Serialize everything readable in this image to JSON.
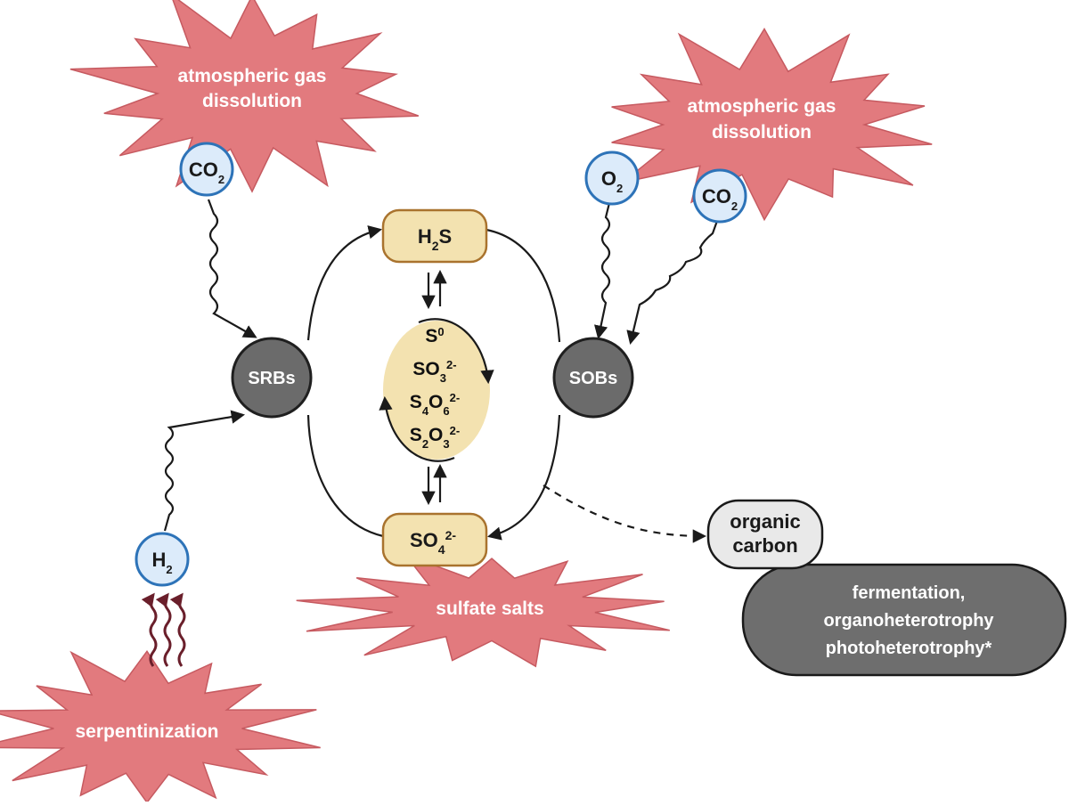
{
  "colors": {
    "burst_fill": "#e27a7e",
    "burst_stroke": "#c65a60",
    "molecule_fill": "#dcebfa",
    "molecule_stroke": "#2d73b8",
    "bacteria_fill": "#6b6b6b",
    "bacteria_stroke": "#1f1f1f",
    "sulfur_fill": "#f3e2b0",
    "sulfur_stroke": "#a9732e",
    "organic_fill": "#e9e9e9",
    "process_fill": "#6e6e6e",
    "serpentinization_wave": "#6a1f2b"
  },
  "bursts": {
    "atm_left": [
      "atmospheric gas",
      "dissolution"
    ],
    "atm_right": [
      "atmospheric gas",
      "dissolution"
    ],
    "sulfate": "sulfate salts",
    "serpentinization": "serpentinization"
  },
  "molecules": {
    "co2_left": {
      "base": "CO",
      "sub": "2"
    },
    "o2": {
      "base": "O",
      "sub": "2"
    },
    "co2_right": {
      "base": "CO",
      "sub": "2"
    },
    "h2": {
      "base": "H",
      "sub": "2"
    }
  },
  "bacteria": {
    "srb": "SRBs",
    "sob": "SOBs"
  },
  "sulfur_species": {
    "h2s": {
      "a": "H",
      "a_sub": "2",
      "b": "S"
    },
    "so4": {
      "a": "SO",
      "a_sub": "4",
      "sup": "2-"
    },
    "intermediates": {
      "s0": {
        "a": "S",
        "sup": "0"
      },
      "so3": {
        "a": "SO",
        "a_sub": "3",
        "sup": "2-"
      },
      "s4o6": {
        "a": "S",
        "a_sub": "4",
        "b": "O",
        "b_sub": "6",
        "sup": "2-"
      },
      "s2o3": {
        "a": "S",
        "a_sub": "2",
        "b": "O",
        "b_sub": "3",
        "sup": "2-"
      }
    }
  },
  "organic": [
    "organic",
    "carbon"
  ],
  "process": [
    "fermentation,",
    "organoheterotrophy",
    "photoheterotrophy*"
  ]
}
